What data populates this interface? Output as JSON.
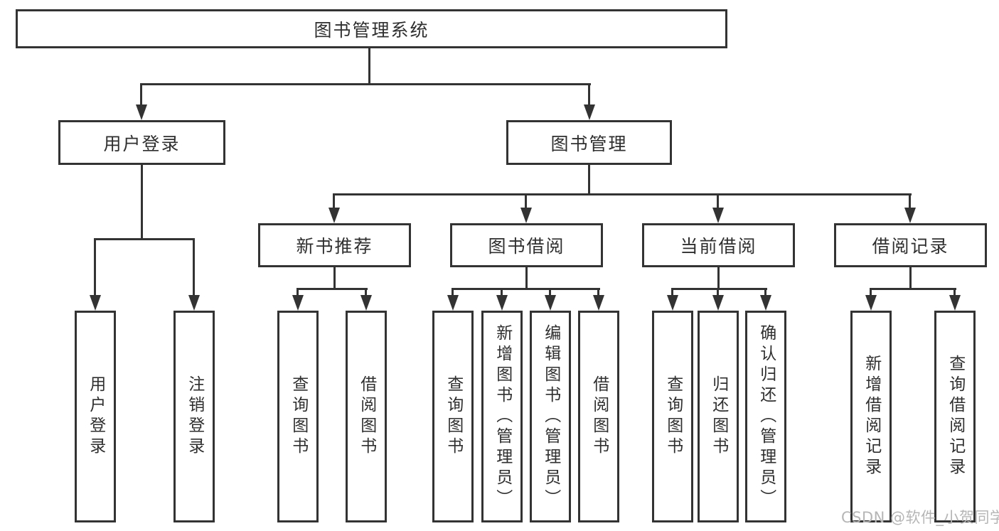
{
  "diagram_type": "functional-structure-tree",
  "tree": {
    "label": "图书管理系统",
    "children": [
      {
        "label": "用户登录",
        "children": [
          {
            "label": "用户登录"
          },
          {
            "label": "注销登录"
          }
        ]
      },
      {
        "label": "图书管理",
        "children": [
          {
            "label": "新书推荐",
            "children": [
              {
                "label": "查询图书"
              },
              {
                "label": "借阅图书"
              }
            ]
          },
          {
            "label": "图书借阅",
            "children": [
              {
                "label": "查询图书"
              },
              {
                "label": "新增图书（管理员）"
              },
              {
                "label": "编辑图书（管理员）"
              },
              {
                "label": "借阅图书"
              }
            ]
          },
          {
            "label": "当前借阅",
            "children": [
              {
                "label": "查询图书"
              },
              {
                "label": "归还图书"
              },
              {
                "label": "确认归还（管理员）"
              }
            ]
          },
          {
            "label": "借阅记录",
            "children": [
              {
                "label": "新增借阅记录"
              },
              {
                "label": "查询借阅记录"
              }
            ]
          }
        ]
      }
    ]
  },
  "watermark": {
    "text": "CSDN @软件_小贺同学"
  },
  "colors": {
    "line": "#333333",
    "text": "#2f2f2f",
    "background": "#ffffff",
    "watermark": "#b6b6b6"
  }
}
